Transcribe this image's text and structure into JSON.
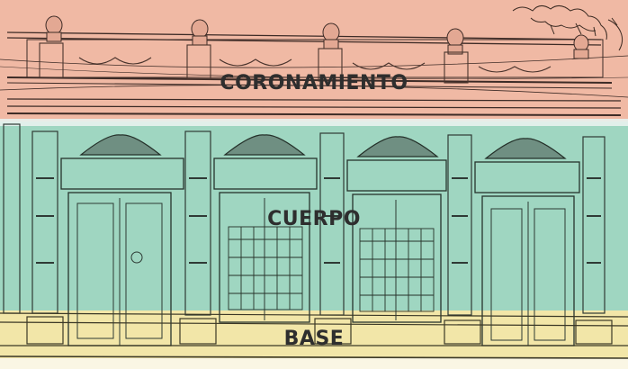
{
  "zones": {
    "coronamiento": {
      "label": "CORONAMIENTO",
      "color": "#f0b9a4"
    },
    "cuerpo": {
      "label": "CUERPO",
      "color": "#9fd6c1"
    },
    "base": {
      "label": "BASE",
      "color": "#f2e6a8"
    }
  }
}
